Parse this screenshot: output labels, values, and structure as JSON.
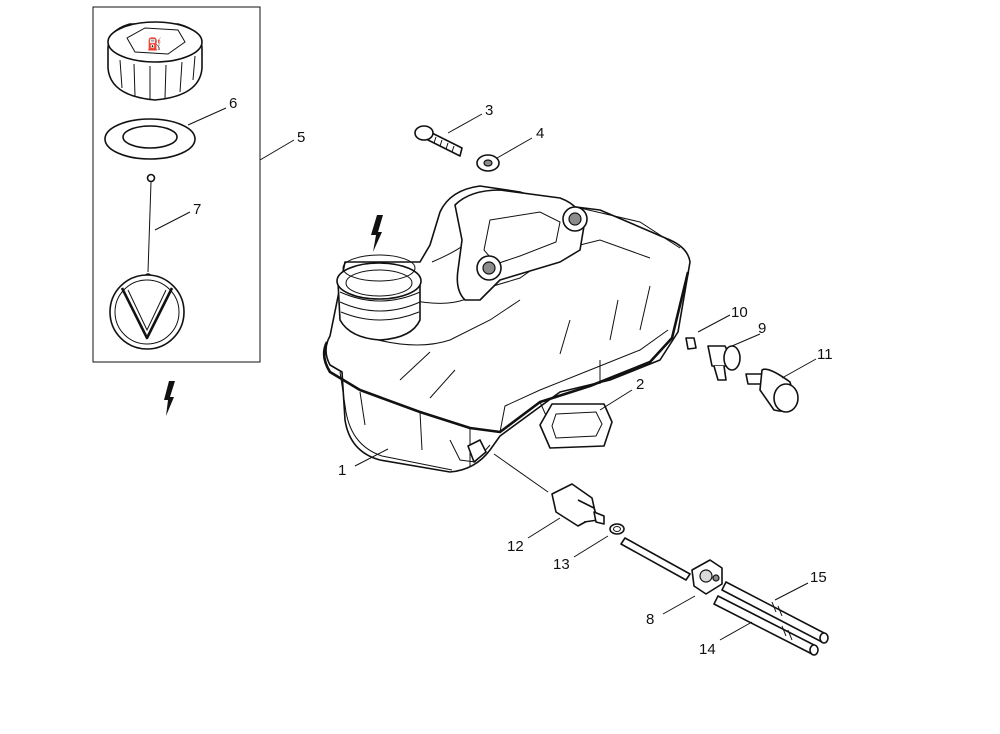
{
  "callouts": [
    {
      "id": "c1",
      "text": "1"
    },
    {
      "id": "c2",
      "text": "2"
    },
    {
      "id": "c3",
      "text": "3"
    },
    {
      "id": "c4",
      "text": "4"
    },
    {
      "id": "c5",
      "text": "5"
    },
    {
      "id": "c6",
      "text": "6"
    },
    {
      "id": "c7",
      "text": "7"
    },
    {
      "id": "c8",
      "text": "8"
    },
    {
      "id": "c9",
      "text": "9"
    },
    {
      "id": "c10",
      "text": "10"
    },
    {
      "id": "c11",
      "text": "11"
    },
    {
      "id": "c12",
      "text": "12"
    },
    {
      "id": "c13",
      "text": "13"
    },
    {
      "id": "c14",
      "text": "14"
    },
    {
      "id": "c15",
      "text": "15"
    }
  ],
  "icons": [
    "lightning-arrow-icon",
    "fuel-cap-icon"
  ],
  "colors": {
    "line": "#111111",
    "background": "#ffffff",
    "shade": "#d9d9d9"
  }
}
